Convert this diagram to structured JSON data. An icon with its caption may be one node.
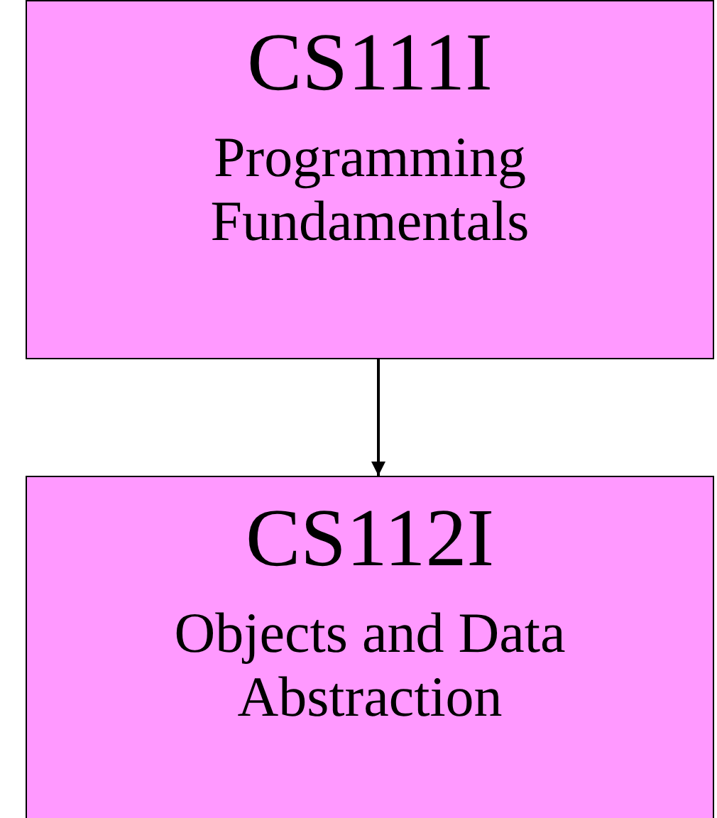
{
  "diagram": {
    "nodes": [
      {
        "text": [
          "CS111I",
          "Programming Fundamentals"
        ]
      },
      {
        "text": [
          "CS112I",
          "Objects and Data Abstraction"
        ]
      }
    ],
    "edges": [
      {
        "from": 0,
        "to": 1,
        "arrow": "to"
      }
    ]
  }
}
